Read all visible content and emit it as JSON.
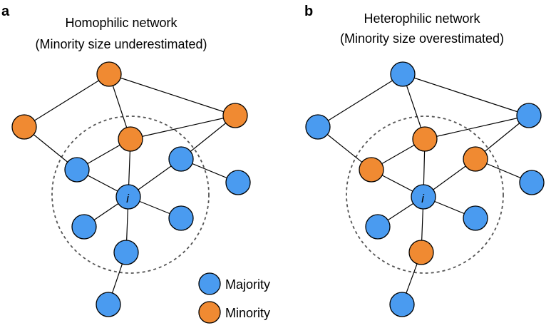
{
  "colors": {
    "majority": "#4A9BF0",
    "minority": "#F08A32"
  },
  "panels": [
    {
      "letter": "a",
      "title_line1": "Homophilic network",
      "title_line2": "(Minority size underestimated)",
      "center_label": "i"
    },
    {
      "letter": "b",
      "title_line1": "Heterophilic network",
      "title_line2": "(Minority size overestimated)",
      "center_label": "i"
    }
  ],
  "legend": {
    "majority_label": "Majority",
    "minority_label": "Minority"
  }
}
